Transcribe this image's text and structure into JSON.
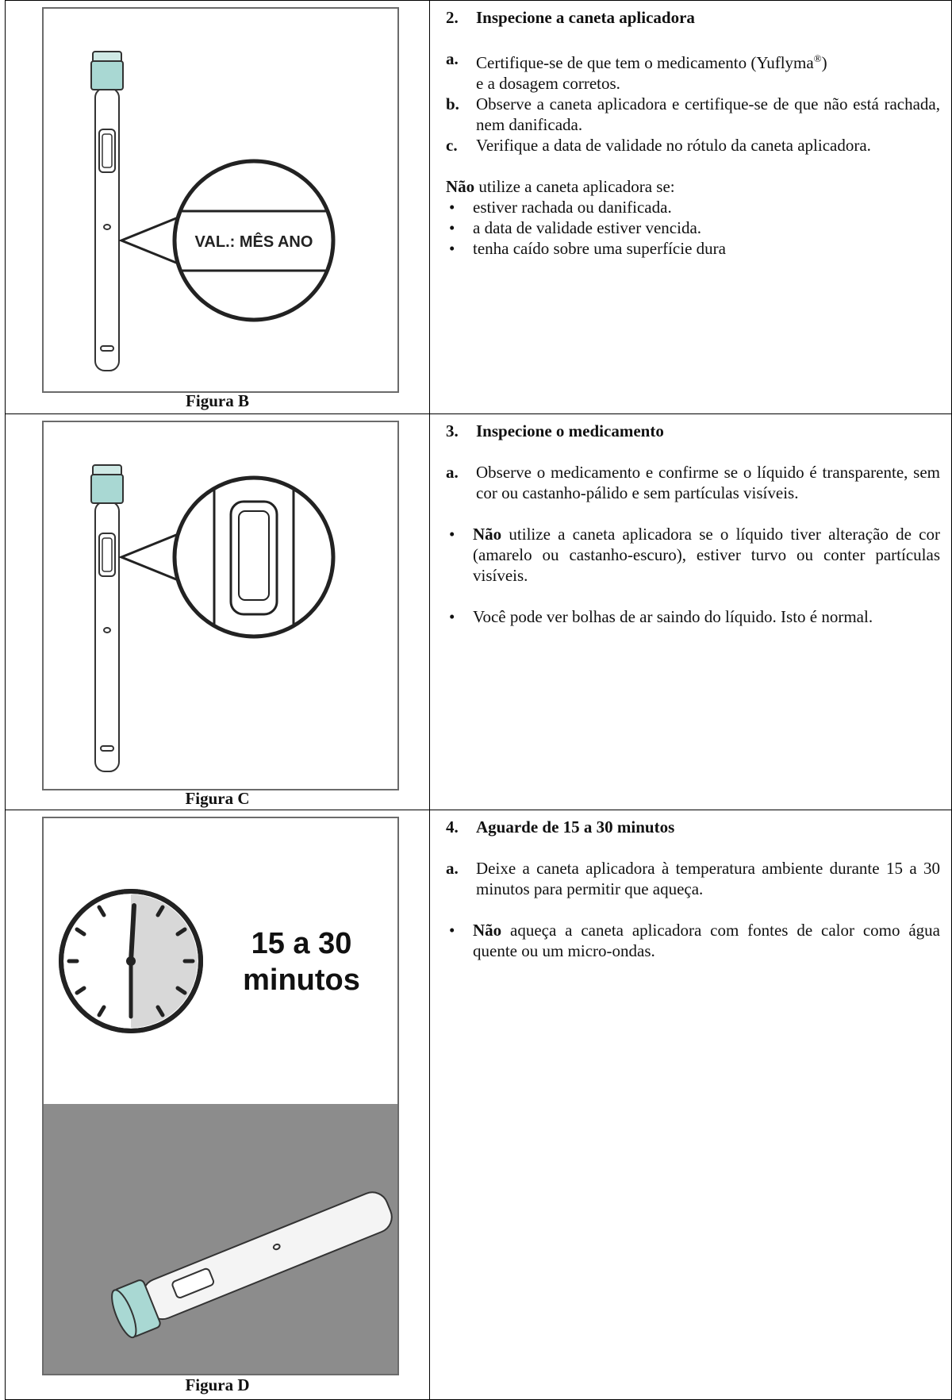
{
  "sections": [
    {
      "figure_caption": "Figura B",
      "label_text": "VAL.: MÊS ANO",
      "step_number": "2.",
      "step_title": "Inspecione a caneta aplicadora",
      "items": [
        {
          "label": "a.",
          "text": "Certifique-se de que tem o medicamento (Yuflyma",
          "sup": "®",
          "text_after": ")",
          "text2": "e a dosagem corretos."
        },
        {
          "label": "b.",
          "text": "Observe a caneta aplicadora e certifique-se de que não está rachada, nem danificada."
        },
        {
          "label": "c.",
          "text": "Verifique a data de validade no rótulo da caneta aplicadora."
        }
      ],
      "warning_bold": "Não",
      "warning_rest": " utilize a caneta aplicadora se:",
      "bullets": [
        "estiver rachada ou danificada.",
        "a data de validade estiver vencida.",
        "tenha caído sobre uma superfície dura"
      ]
    },
    {
      "figure_caption": "Figura C",
      "step_number": "3.",
      "step_title": "Inspecione o medicamento",
      "items": [
        {
          "label": "a.",
          "text": "Observe o medicamento e confirme se o líquido é transparente, sem cor ou castanho-pálido e sem partículas visíveis."
        }
      ],
      "bullet1_bold": "Não",
      "bullet1_rest": " utilize a caneta aplicadora se o líquido tiver alteração de cor (amarelo ou castanho-escuro), estiver turvo ou conter partículas visíveis.",
      "bullet2": "Você pode ver bolhas de ar saindo do líquido. Isto é normal."
    },
    {
      "figure_caption": "Figura D",
      "timer_line1": "15 a 30",
      "timer_line2": "minutos",
      "step_number": "4.",
      "step_title": "Aguarde de 15 a 30 minutos",
      "items": [
        {
          "label": "a.",
          "text": "Deixe a caneta aplicadora à temperatura ambiente durante 15 a 30 minutos para permitir que aqueça."
        }
      ],
      "bullet1_bold": "Não",
      "bullet1_rest": " aqueça a caneta aplicadora com fontes de calor como água quente ou um micro-ondas."
    }
  ],
  "colors": {
    "cap_teal": "#a9d8d3",
    "panel_grey": "#8c8c8c",
    "clock_shade": "#d8d8d8"
  }
}
